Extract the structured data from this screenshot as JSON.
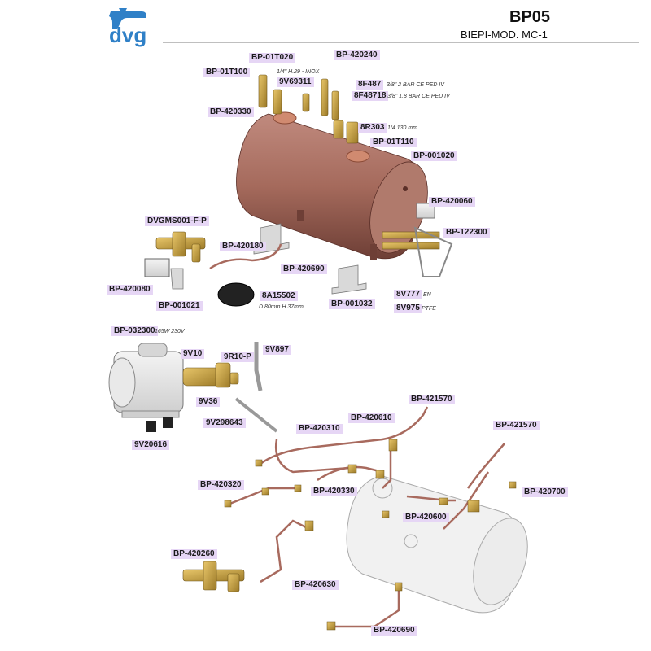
{
  "header": {
    "code": "BP05",
    "subtitle": "BIEPI-MOD. MC-1",
    "logo_text": "dvg"
  },
  "colors": {
    "brand_blue": "#2f80c7",
    "label_bg": "#e6d6f5",
    "copper": "#a86a5e",
    "brass": "#c9a54a"
  },
  "top_section": {
    "labels": [
      {
        "id": "BP-01T020",
        "note": "1/4\" H.29 - INOX"
      },
      {
        "id": "BP-420240",
        "note": ""
      },
      {
        "id": "BP-01T100",
        "note": ""
      },
      {
        "id": "9V69311",
        "note": ""
      },
      {
        "id": "8F487",
        "note": "3/8\" 2 BAR CE PED IV"
      },
      {
        "id": "8F48718",
        "note": "3/8\" 1,8 BAR CE PED IV"
      },
      {
        "id": "BP-420330",
        "note": ""
      },
      {
        "id": "8R303",
        "note": "1/4 130 mm"
      },
      {
        "id": "BP-01T110",
        "note": ""
      },
      {
        "id": "BP-001020",
        "note": ""
      },
      {
        "id": "BP-420060",
        "note": ""
      },
      {
        "id": "DVGMS001-F-P",
        "note": ""
      },
      {
        "id": "BP-122300",
        "note": ""
      },
      {
        "id": "BP-420180",
        "note": ""
      },
      {
        "id": "BP-420690",
        "note": ""
      },
      {
        "id": "BP-420080",
        "note": ""
      },
      {
        "id": "8A15502",
        "note": "D.80mm H.37mm"
      },
      {
        "id": "BP-001021",
        "note": ""
      },
      {
        "id": "BP-001032",
        "note": ""
      },
      {
        "id": "8V777",
        "note": "EN"
      },
      {
        "id": "8V975",
        "note": "PTFE"
      }
    ]
  },
  "bottom_section": {
    "labels": [
      {
        "id": "BP-032300",
        "note": "165W 230V"
      },
      {
        "id": "9V10",
        "note": ""
      },
      {
        "id": "9R10-P",
        "note": ""
      },
      {
        "id": "9V897",
        "note": ""
      },
      {
        "id": "9V36",
        "note": ""
      },
      {
        "id": "BP-421570",
        "note": ""
      },
      {
        "id": "9V298643",
        "note": ""
      },
      {
        "id": "BP-420610",
        "note": ""
      },
      {
        "id": "BP-420310",
        "note": ""
      },
      {
        "id": "BP-421570",
        "note": ""
      },
      {
        "id": "9V20616",
        "note": ""
      },
      {
        "id": "BP-420320",
        "note": ""
      },
      {
        "id": "BP-420330",
        "note": ""
      },
      {
        "id": "BP-420700",
        "note": ""
      },
      {
        "id": "BP-420600",
        "note": ""
      },
      {
        "id": "BP-420260",
        "note": ""
      },
      {
        "id": "BP-420630",
        "note": ""
      },
      {
        "id": "BP-420690",
        "note": ""
      }
    ]
  }
}
